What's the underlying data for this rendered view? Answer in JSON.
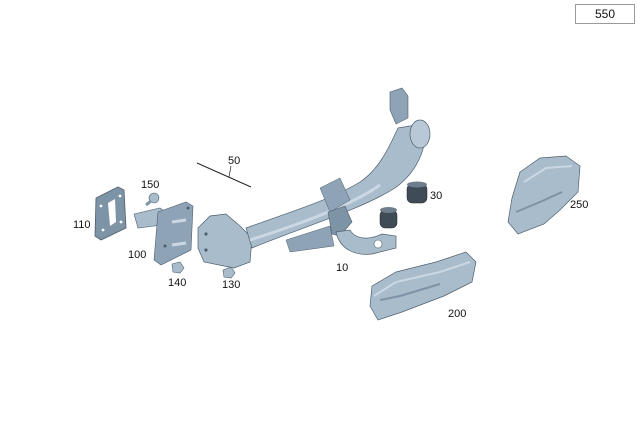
{
  "diagram": {
    "page_number": "550",
    "colors": {
      "part_fill": "#a9bccc",
      "part_shade": "#7d93a6",
      "part_dark": "#4f5f6e",
      "part_light": "#cbd8e3",
      "line": "#222222",
      "text": "#111111"
    },
    "callouts": [
      {
        "id": "c10",
        "label": "10",
        "part": "tow-hitch-ball-head"
      },
      {
        "id": "c30",
        "label": "30",
        "part": "cap"
      },
      {
        "id": "c50",
        "label": "50",
        "part": "crossmember-beam"
      },
      {
        "id": "c100",
        "label": "100",
        "part": "mounting-bracket"
      },
      {
        "id": "c110",
        "label": "110",
        "part": "gasket-plate"
      },
      {
        "id": "c130",
        "label": "130",
        "part": "nut-right"
      },
      {
        "id": "c140",
        "label": "140",
        "part": "nut-left"
      },
      {
        "id": "c150",
        "label": "150",
        "part": "bolt"
      },
      {
        "id": "c200",
        "label": "200",
        "part": "electrical-module-large"
      },
      {
        "id": "c250",
        "label": "250",
        "part": "electrical-module-small"
      }
    ]
  }
}
